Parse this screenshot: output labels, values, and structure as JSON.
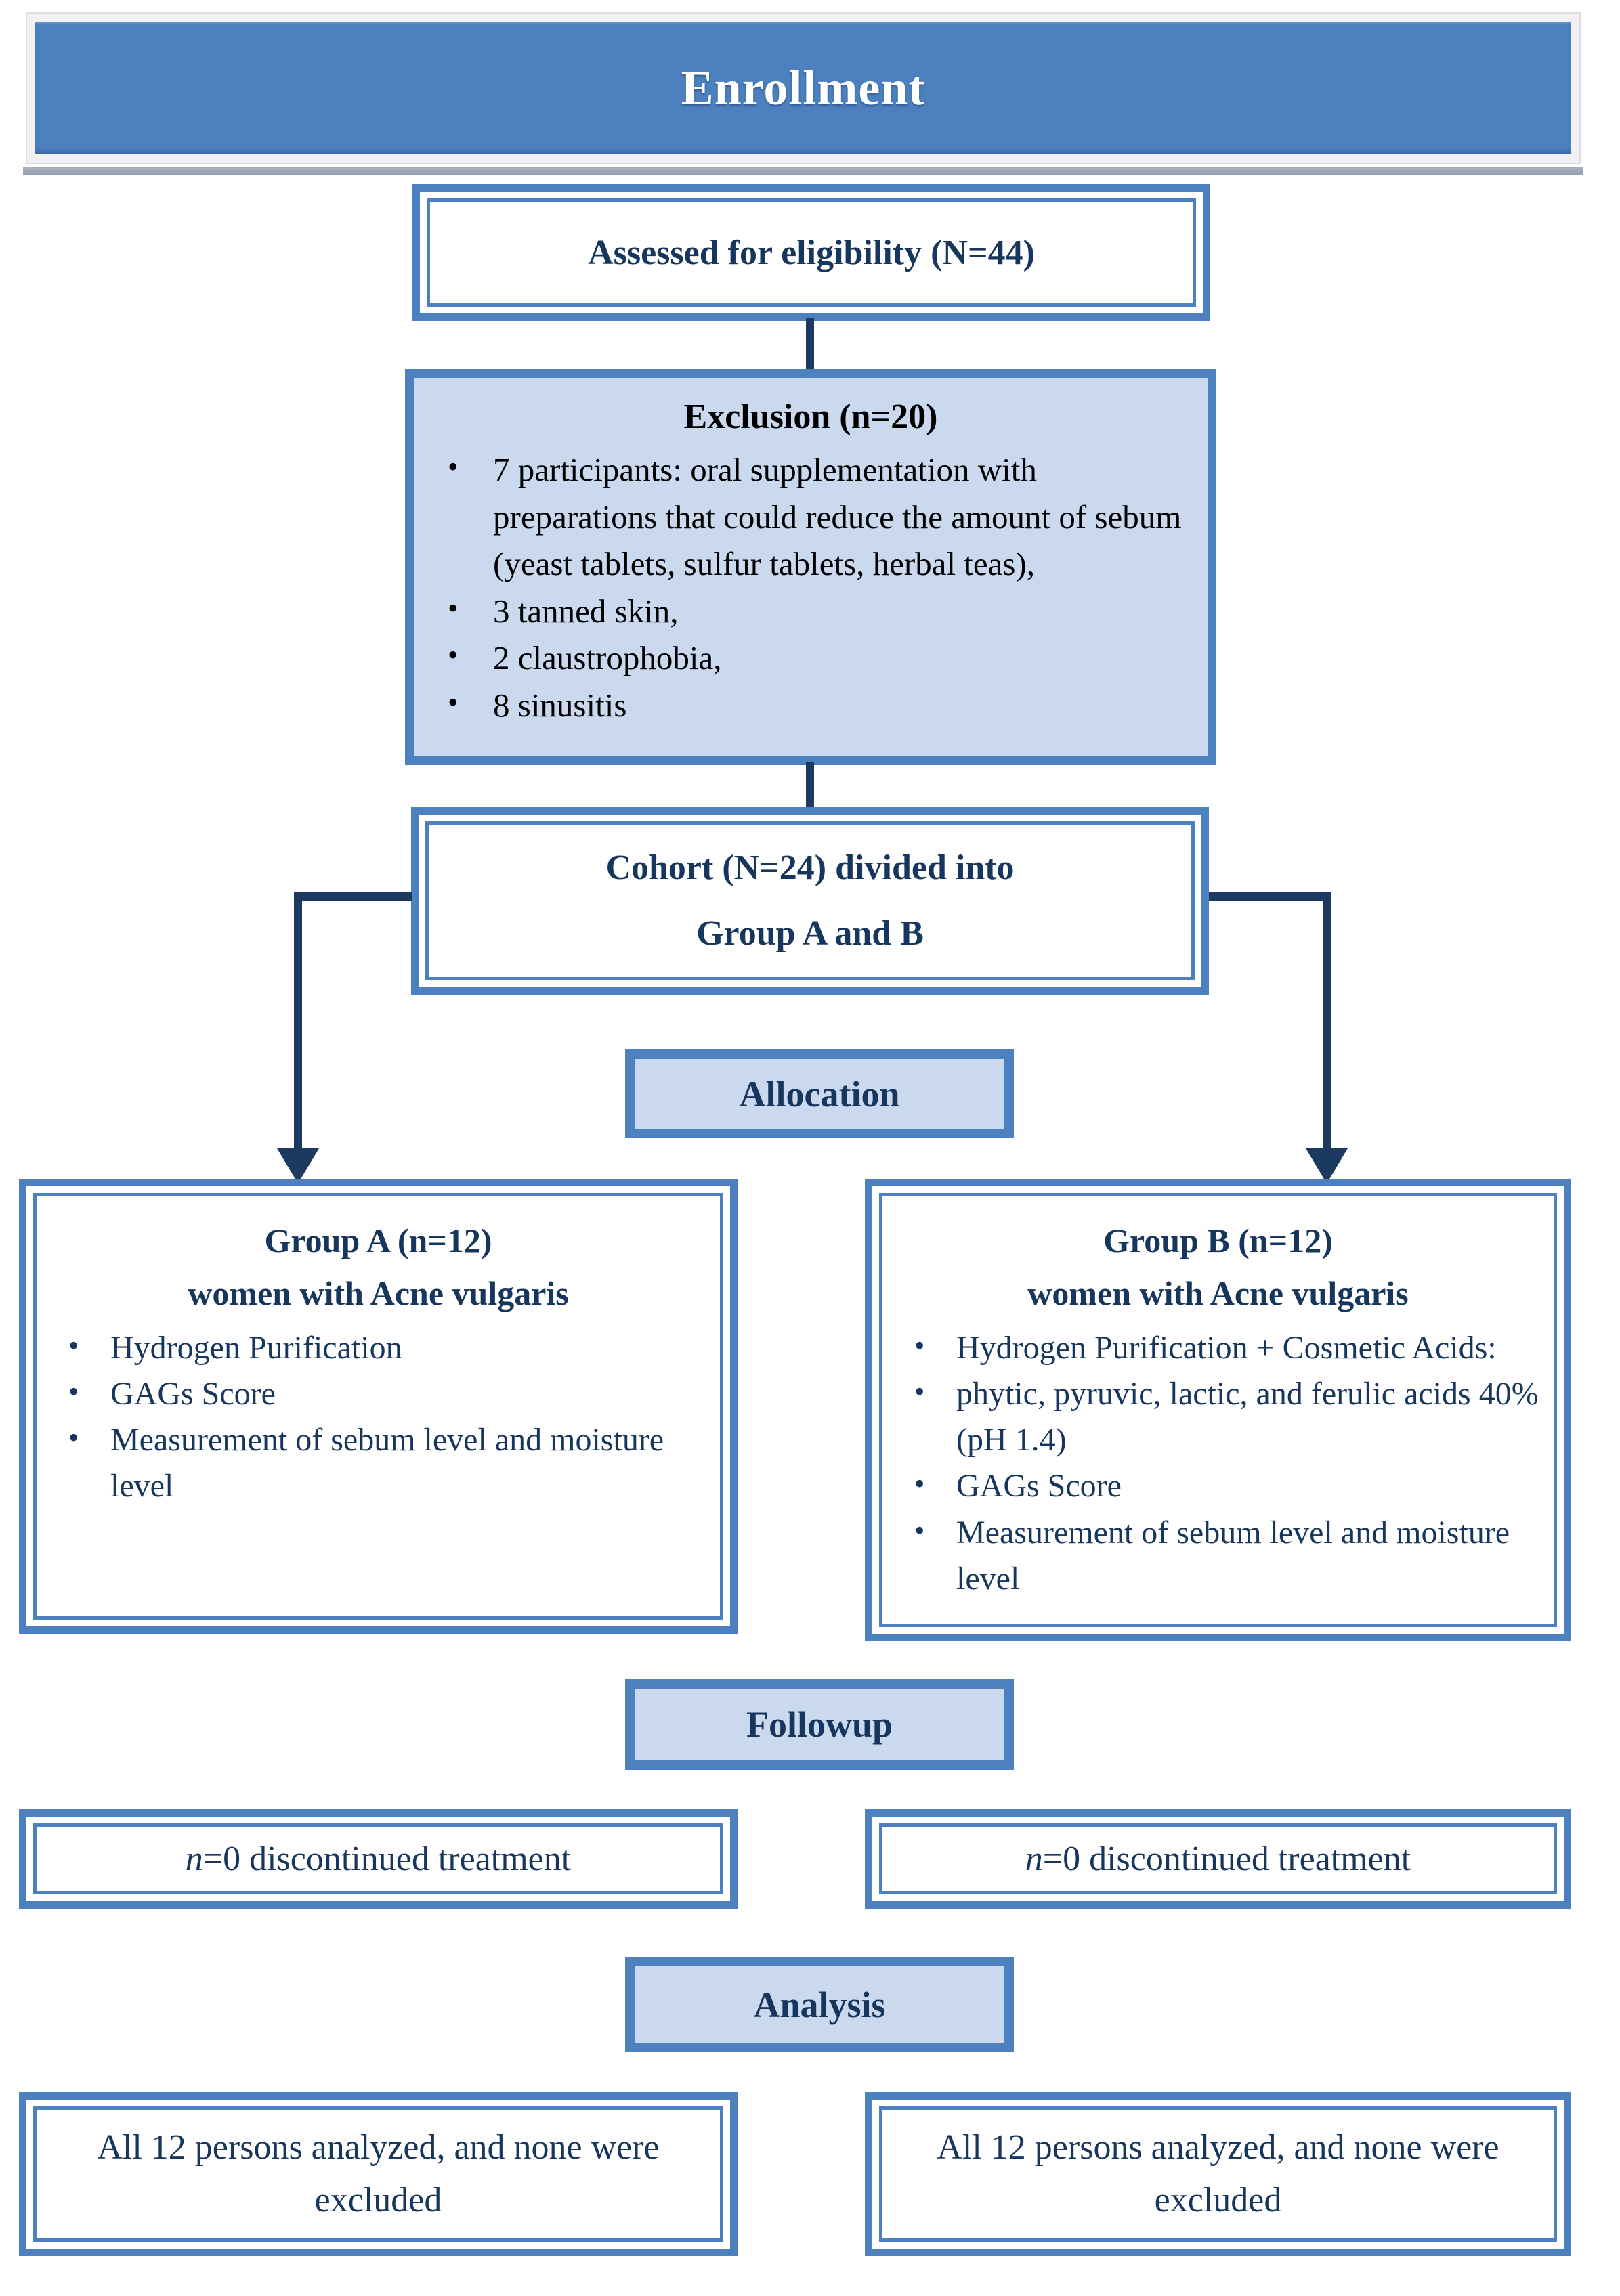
{
  "banner": {
    "title": "Enrollment"
  },
  "assessed_box": {
    "text": "Assessed for eligibility (N=44)"
  },
  "exclusion_box": {
    "title": "Exclusion (n=20)",
    "bullets": [
      "7 participants: oral supplementation with preparations that could reduce the amount of sebum (yeast tablets, sulfur tablets, herbal teas),",
      "3 tanned skin,",
      "2 claustrophobia,",
      "8 sinusitis"
    ]
  },
  "cohort_box": {
    "line1": "Cohort (N=24) divided into",
    "line2": "Group A and B"
  },
  "allocation_box": {
    "label": "Allocation"
  },
  "group_a_box": {
    "title_line1": "Group A (n=12)",
    "title_line2": "women with Acne vulgaris",
    "bullets": [
      "Hydrogen Purification",
      "GAGs Score",
      "Measurement of sebum level and moisture level"
    ]
  },
  "group_b_box": {
    "title_line1": "Group B (n=12)",
    "title_line2": "women with Acne vulgaris",
    "bullets": [
      "Hydrogen Purification + Cosmetic Acids:",
      "phytic, pyruvic, lactic, and ferulic acids 40% (pH 1.4)",
      "GAGs Score",
      "Measurement of sebum level and moisture level"
    ]
  },
  "followup_box": {
    "label": "Followup"
  },
  "discontinued_a_box": {
    "text": "n=0 discontinued treatment"
  },
  "discontinued_b_box": {
    "text": "n=0 discontinued treatment"
  },
  "analysis_box": {
    "label": "Analysis"
  },
  "analyzed_a_box": {
    "text": "All 12 persons analyzed, and none were excluded"
  },
  "analyzed_b_box": {
    "text": "All 12 persons analyzed, and none were excluded"
  },
  "colors": {
    "banner_blue": "#4c80be",
    "box_border_blue": "#4d80be",
    "light_blue_fill": "#cbd9ef",
    "navy_text": "#17365d",
    "connector_navy": "#1c3a60",
    "exclusion_text": "#000000"
  }
}
